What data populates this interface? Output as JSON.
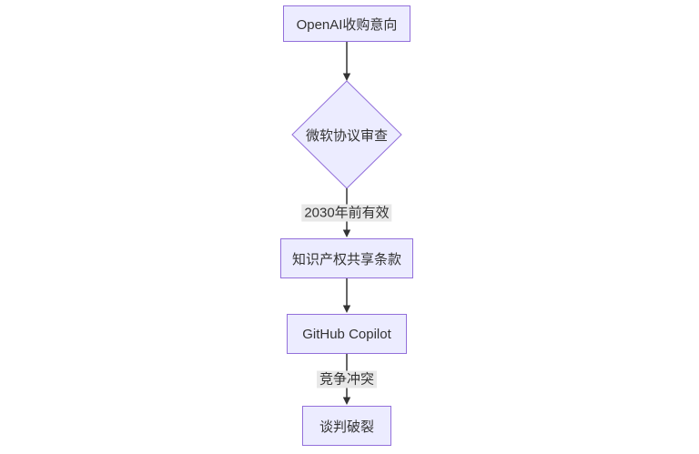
{
  "diagram": {
    "type": "flowchart",
    "direction": "top-to-bottom",
    "colors": {
      "node_fill": "#ECECFF",
      "node_border": "#9370DB",
      "edge_line": "#333333",
      "edge_label_bg": "#e8e8e8",
      "text": "#333333",
      "background": "#ffffff"
    },
    "nodes": [
      {
        "id": "A",
        "shape": "rectangle",
        "label": "OpenAI收购意向"
      },
      {
        "id": "B",
        "shape": "diamond",
        "label": "微软协议审查"
      },
      {
        "id": "C",
        "shape": "rectangle",
        "label": "知识产权共享条款"
      },
      {
        "id": "D",
        "shape": "rectangle",
        "label": "GitHub Copilot"
      },
      {
        "id": "E",
        "shape": "rectangle",
        "label": "谈判破裂"
      }
    ],
    "edges": [
      {
        "from": "A",
        "to": "B",
        "label": ""
      },
      {
        "from": "B",
        "to": "C",
        "label": "2030年前有效"
      },
      {
        "from": "C",
        "to": "D",
        "label": ""
      },
      {
        "from": "D",
        "to": "E",
        "label": "竞争冲突"
      }
    ]
  }
}
